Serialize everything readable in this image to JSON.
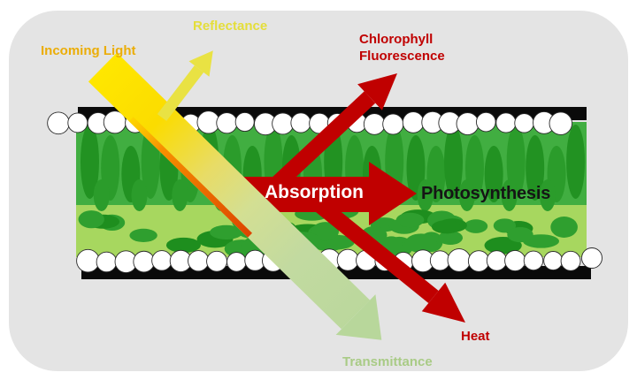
{
  "figure": {
    "description_labels": {
      "incoming_light": "Incoming Light",
      "reflectance": "Reflectance",
      "chlorophyll_fluorescence": "Chlorophyll Fluorescence",
      "absorption": "Absorption",
      "photosynthesis": "Photosynthesis",
      "heat": "Heat",
      "transmittance": "Transmittance"
    }
  },
  "colors": {
    "background": "#FFFFFF",
    "panel_gray": "#E4E4E4",
    "beam_yellow": "#FFE700",
    "beam_orange": "#F79000",
    "beam_orange_deep": "#DD4400",
    "transmit_green": "#B8D79B",
    "reflect_yellow": "#E9E243",
    "arrow_red": "#C00000",
    "leaf_upper_green": "#41AE41",
    "palisade_green_a": "#229222",
    "palisade_green_b": "#2B9C2B",
    "spongy_bg_green": "#A7D75F",
    "spongy_blob_green": "#2F9F2F",
    "spongy_blob_dark": "#1E8E1E",
    "cuticle_black": "#0A0A0A",
    "epidermis_white": "#FFFFFF",
    "cell_outline": "#2A2A2A",
    "incoming_text": "#EBAD07",
    "reflect_text": "#E4DE3A",
    "fluorescence_text": "#C00000",
    "heat_text": "#C00000",
    "transmit_text": "#A9CB86",
    "photosynthesis_text": "#151515",
    "absorption_text": "#FFFFFF"
  }
}
